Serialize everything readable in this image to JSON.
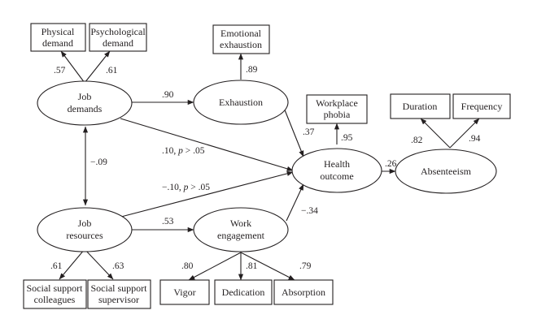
{
  "nodes": {
    "physical_demand": [
      "Physical",
      "demand"
    ],
    "psychological_demand": [
      "Psychological",
      "demand"
    ],
    "job_demands": [
      "Job",
      "demands"
    ],
    "emotional_exhaustion": [
      "Emotional",
      "exhaustion"
    ],
    "exhaustion": [
      "Exhaustion"
    ],
    "workplace_phobia": [
      "Workplace",
      "phobia"
    ],
    "health_outcome": [
      "Health",
      "outcome"
    ],
    "duration": [
      "Duration"
    ],
    "frequency": [
      "Frequency"
    ],
    "absenteeism": [
      "Absenteeism"
    ],
    "job_resources": [
      "Job",
      "resources"
    ],
    "work_engagement": [
      "Work",
      "engagement"
    ],
    "social_support_colleagues": [
      "Social support",
      "colleagues"
    ],
    "social_support_supervisor": [
      "Social support",
      "supervisor"
    ],
    "vigor": [
      "Vigor"
    ],
    "dedication": [
      "Dedication"
    ],
    "absorption": [
      "Absorption"
    ]
  },
  "edges": {
    "jd_physical": ".57",
    "jd_psychological": ".61",
    "jd_exhaustion": ".90",
    "exhaustion_emotional": ".89",
    "exhaustion_health": ".37",
    "health_phobia": ".95",
    "jd_health": ".10, p > .05",
    "jd_jr": "−.09",
    "jr_health": "−.10, p > .05",
    "health_absenteeism": ".26",
    "absenteeism_duration": ".82",
    "absenteeism_frequency": ".94",
    "jr_engagement": ".53",
    "engagement_health": "−.34",
    "jr_colleagues": ".61",
    "jr_supervisor": ".63",
    "engagement_vigor": ".80",
    "engagement_dedication": ".81",
    "engagement_absorption": ".79"
  }
}
